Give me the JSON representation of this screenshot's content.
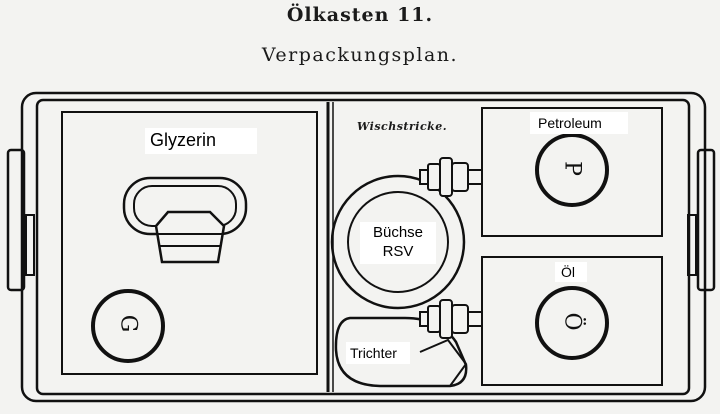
{
  "title": "Ölkasten 11.",
  "subtitle": "Verpackungsplan.",
  "compartments": {
    "glyzerin": {
      "label": "Glyzerin",
      "can_mark": "G"
    },
    "wischstricke": {
      "label": "Wischstricke."
    },
    "buechse": {
      "label_line1": "Büchse",
      "label_line2": "RSV"
    },
    "trichter": {
      "label": "Trichter"
    },
    "petroleum": {
      "label": "Petroleum",
      "can_mark": "P"
    },
    "oel": {
      "label": "Öl",
      "can_mark": "Ö"
    }
  },
  "colors": {
    "ink": "#111111",
    "paper": "#f3f3f1",
    "label_bg": "#ffffff"
  }
}
